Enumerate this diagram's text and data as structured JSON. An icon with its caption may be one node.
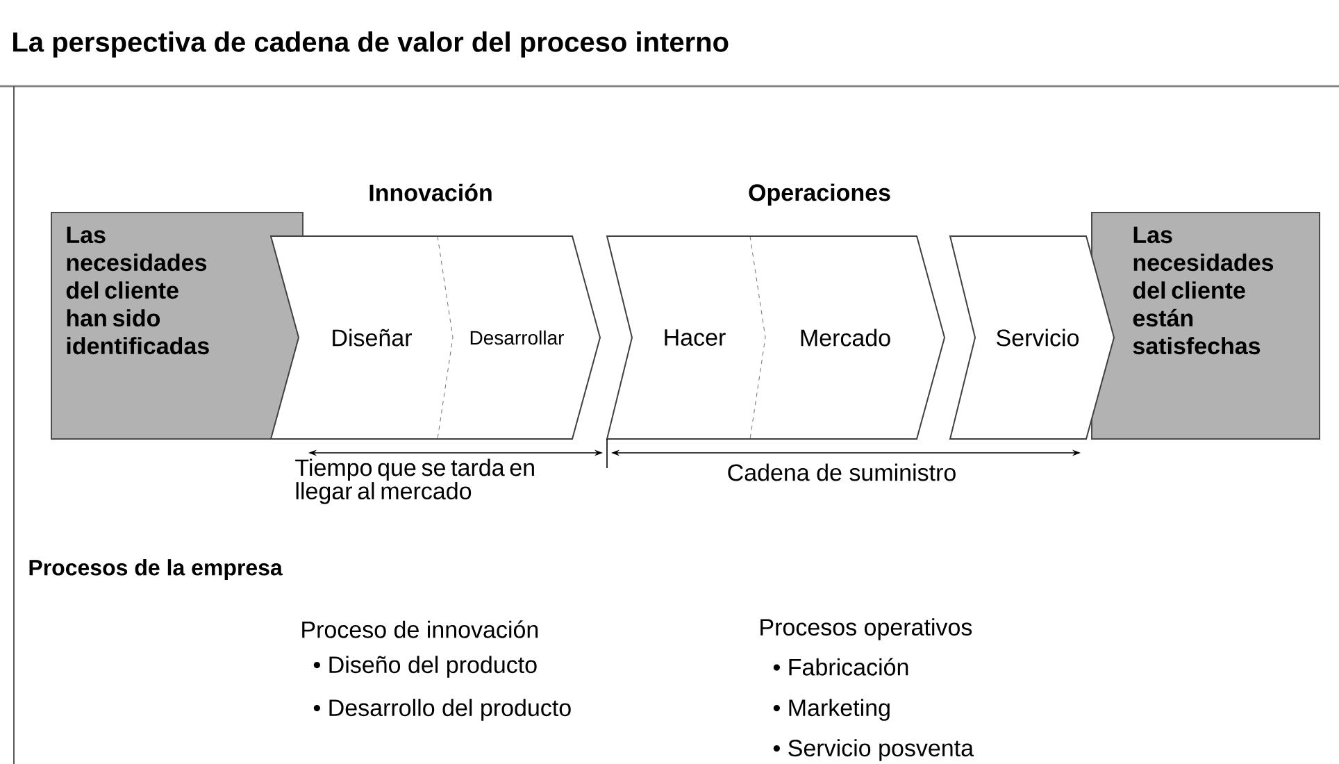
{
  "diagram": {
    "title": "La perspectiva de cadena de valor del proceso interno",
    "nodes": [
      {
        "text": [
          "Las necesidades del cliente han sido identificadas"
        ]
      },
      {
        "text": [
          "Diseñar",
          "Desarrollar"
        ]
      },
      {
        "text": [
          "Hacer",
          "Mercado"
        ]
      },
      {
        "text": [
          "Servicio"
        ]
      },
      {
        "text": [
          "Las necesidades del cliente están satisfechas"
        ]
      }
    ],
    "labels": [
      "Innovación",
      "Operaciones",
      "Tiempo que se tarda en llegar al mercado",
      "Cadena de suministro",
      "Procesos de la empresa",
      "Proceso de innovación",
      "• Diseño del producto",
      "• Desarrollo del producto",
      "Procesos operativos",
      "• Fabricación",
      "• Marketing",
      "• Servicio posventa"
    ]
  }
}
